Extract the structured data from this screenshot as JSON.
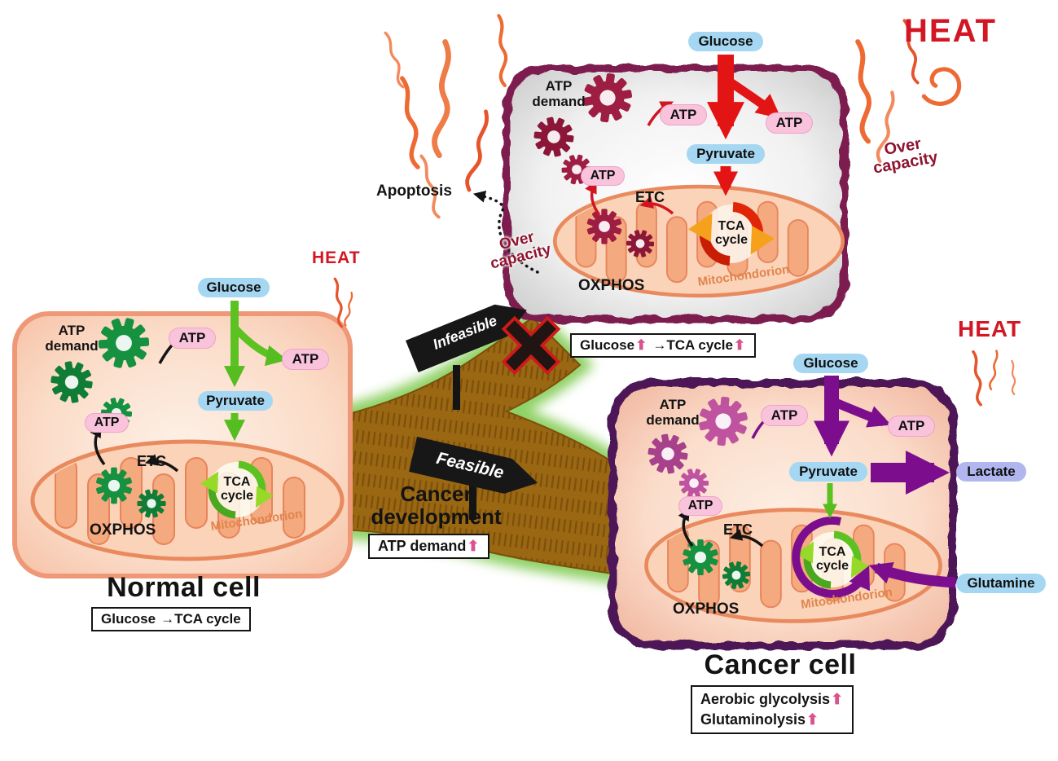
{
  "shared": {
    "glucose": "Glucose",
    "pyruvate": "Pyruvate",
    "atp": "ATP",
    "atp_demand": [
      "ATP",
      "demand"
    ],
    "etc": "ETC",
    "tca": [
      "TCA",
      "cycle"
    ],
    "oxphos": "OXPHOS",
    "mitochondrion": "Mitochondorion",
    "heat": "HEAT"
  },
  "normal_cell": {
    "title": "Normal cell",
    "box": {
      "p1": "Glucose",
      "arrow": "→",
      "p2": "TCA cycle"
    }
  },
  "top_cell": {
    "apoptosis": "Apoptosis",
    "over_capacity": [
      "Over",
      "capacity"
    ],
    "box": {
      "p1": "Glucose",
      "up1": "⬆",
      "arrow": "→",
      "p2": "TCA cycle",
      "up2": "⬆"
    }
  },
  "cancer_cell": {
    "title": "Cancer cell",
    "lactate": "Lactate",
    "glutamine": "Glutamine",
    "box": [
      {
        "t": "Aerobic glycolysis",
        "up": "⬆"
      },
      {
        "t": "Glutaminolysis",
        "up": "⬆"
      }
    ]
  },
  "center": {
    "infeasible": "Infeasible",
    "feasible": "Feasible",
    "cancer_development": [
      "Cancer",
      "development"
    ],
    "atp_demand_box": {
      "t": "ATP demand",
      "up": "⬆"
    }
  },
  "colors": {
    "heat_red": "#d21623",
    "normal_green": "#15913f",
    "green_arrow": "#5cc221",
    "red_arrow": "#e31414",
    "dark_red_gear": "#9e1d43",
    "purple_arrow": "#7c0e8e",
    "purple_gear": "#c0539f",
    "cancer_border": "#4d1356",
    "overload_border": "#7b1b50",
    "normal_border": "#ef9878",
    "pill_blue": "#a5d7f2",
    "pill_pink": "#f9c3dc",
    "pill_lavender": "#b2b6ee",
    "road_brown": "#9a6713",
    "glow_green": "#7cc94b",
    "over_capacity_text": "#8e1430"
  }
}
